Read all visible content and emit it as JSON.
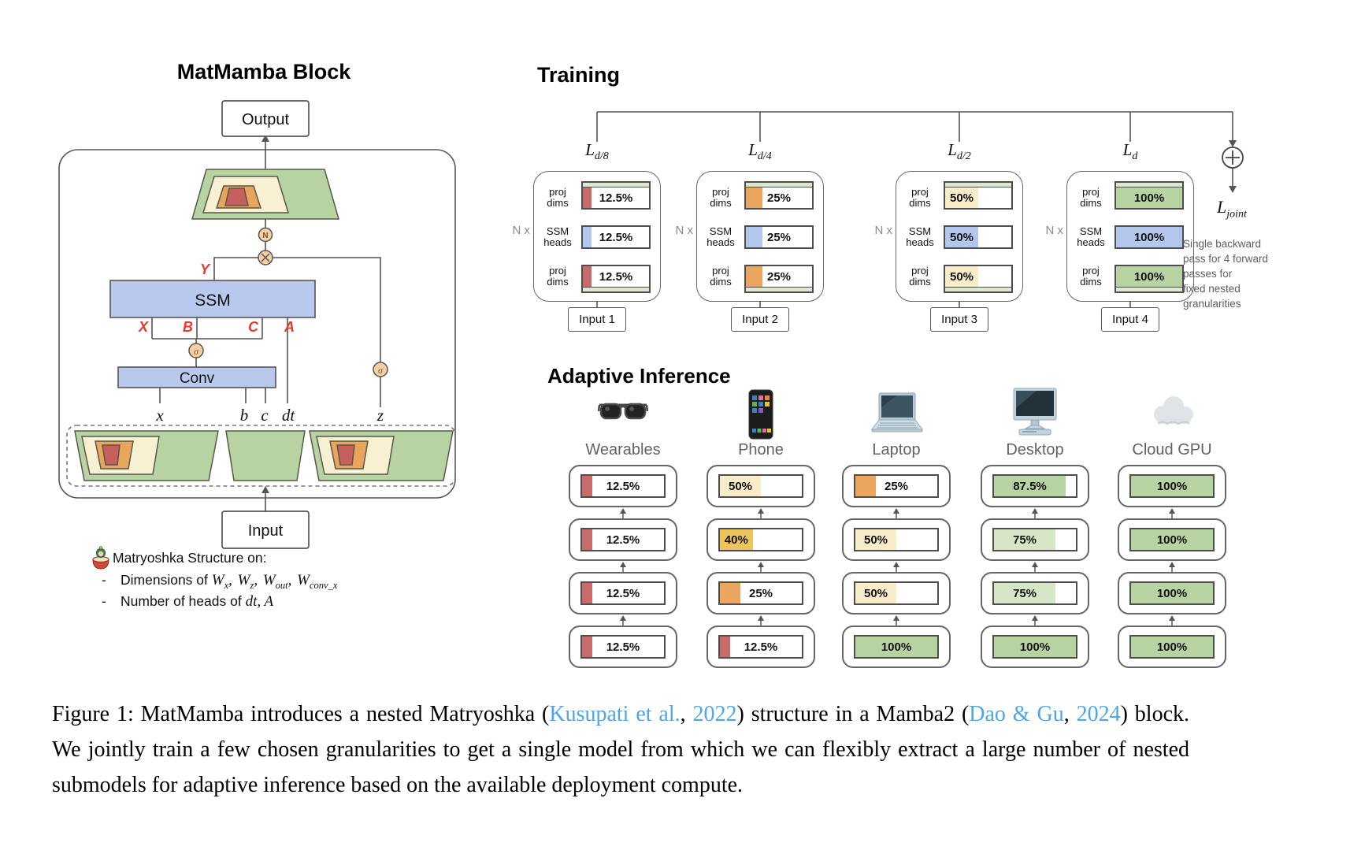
{
  "left_panel": {
    "title": "MatMamba Block",
    "output_label": "Output",
    "input_label": "Input",
    "ssm_label": "SSM",
    "conv_label": "Conv",
    "ops": {
      "norm": "N",
      "sigma": "σ"
    },
    "signals": {
      "Y": "Y",
      "X": "X",
      "B": "B",
      "C": "C",
      "A": "A",
      "x": "x",
      "b": "b",
      "c": "c",
      "dt": "dt",
      "z": "z"
    },
    "note": {
      "title": "Matryoshka Structure on:",
      "dash": "-",
      "line1_prefix": "Dimensions of ",
      "terms": [
        {
          "base": "W",
          "sub": "x"
        },
        {
          "base": "W",
          "sub": "z"
        },
        {
          "base": "W",
          "sub": "out"
        },
        {
          "base": "W",
          "sub": "conv_x"
        }
      ],
      "sep": ", ",
      "line2_prefix": "Number of heads of ",
      "line2_math": "dt, A"
    }
  },
  "training": {
    "title": "Training",
    "nx_label": "N x",
    "columns": [
      {
        "label_base": "L",
        "label_sub": "d/8",
        "input_label": "Input 1",
        "rows": [
          {
            "label": "proj\ndims",
            "value": "12.5%",
            "pct": 12.5,
            "fill": "#c96b6b",
            "strip": "top"
          },
          {
            "label": "SSM\nheads",
            "value": "12.5%",
            "pct": 12.5,
            "fill": "#b3c6ec",
            "strip": null
          },
          {
            "label": "proj\ndims",
            "value": "12.5%",
            "pct": 12.5,
            "fill": "#c96b6b",
            "strip": "bottom"
          }
        ]
      },
      {
        "label_base": "L",
        "label_sub": "d/4",
        "input_label": "Input 2",
        "rows": [
          {
            "label": "proj\ndims",
            "value": "25%",
            "pct": 25,
            "fill": "#eaa55e",
            "strip": "top"
          },
          {
            "label": "SSM\nheads",
            "value": "25%",
            "pct": 25,
            "fill": "#b3c6ec",
            "strip": null
          },
          {
            "label": "proj\ndims",
            "value": "25%",
            "pct": 25,
            "fill": "#eaa55e",
            "strip": "bottom"
          }
        ]
      },
      {
        "label_base": "L",
        "label_sub": "d/2",
        "input_label": "Input 3",
        "rows": [
          {
            "label": "proj\ndims",
            "value": "50%",
            "pct": 50,
            "fill": "#f8ecc9",
            "strip": "top"
          },
          {
            "label": "SSM\nheads",
            "value": "50%",
            "pct": 50,
            "fill": "#b3c6ec",
            "strip": null
          },
          {
            "label": "proj\ndims",
            "value": "50%",
            "pct": 50,
            "fill": "#f8ecc9",
            "strip": "bottom"
          }
        ]
      },
      {
        "label_base": "L",
        "label_sub": "d",
        "input_label": "Input 4",
        "rows": [
          {
            "label": "proj\ndims",
            "value": "100%",
            "pct": 100,
            "fill": "#b7d3a2",
            "strip": "top"
          },
          {
            "label": "SSM\nheads",
            "value": "100%",
            "pct": 100,
            "fill": "#b3c6ec",
            "strip": null
          },
          {
            "label": "proj\ndims",
            "value": "100%",
            "pct": 100,
            "fill": "#b7d3a2",
            "strip": "bottom"
          }
        ]
      }
    ],
    "joint": {
      "label_base": "L",
      "label_sub": "joint",
      "note": "Single backward\npass for 4 forward\npasses for\nfixed nested\ngranularities"
    }
  },
  "adaptive": {
    "title": "Adaptive Inference",
    "devices": [
      {
        "name": "Wearables",
        "icon": "sunglasses-icon",
        "cells": [
          {
            "value": "12.5%",
            "pct": 12.5,
            "fill": "#c96b6b"
          },
          {
            "value": "12.5%",
            "pct": 12.5,
            "fill": "#c96b6b"
          },
          {
            "value": "12.5%",
            "pct": 12.5,
            "fill": "#c96b6b"
          },
          {
            "value": "12.5%",
            "pct": 12.5,
            "fill": "#c96b6b"
          }
        ]
      },
      {
        "name": "Phone",
        "icon": "smartphone-icon",
        "cells": [
          {
            "value": "50%",
            "pct": 50,
            "fill": "#f8ecc9"
          },
          {
            "value": "40%",
            "pct": 40,
            "fill": "#edc45a"
          },
          {
            "value": "25%",
            "pct": 25,
            "fill": "#eaa55e"
          },
          {
            "value": "12.5%",
            "pct": 12.5,
            "fill": "#c96b6b"
          }
        ]
      },
      {
        "name": "Laptop",
        "icon": "laptop-icon",
        "cells": [
          {
            "value": "25%",
            "pct": 25,
            "fill": "#eaa55e"
          },
          {
            "value": "50%",
            "pct": 50,
            "fill": "#f8ecc9"
          },
          {
            "value": "50%",
            "pct": 50,
            "fill": "#f8ecc9"
          },
          {
            "value": "100%",
            "pct": 100,
            "fill": "#b7d3a2"
          }
        ]
      },
      {
        "name": "Desktop",
        "icon": "desktop-icon",
        "cells": [
          {
            "value": "87.5%",
            "pct": 87.5,
            "fill": "#b7d3a2"
          },
          {
            "value": "75%",
            "pct": 75,
            "fill": "#d8e6c8"
          },
          {
            "value": "75%",
            "pct": 75,
            "fill": "#d8e6c8"
          },
          {
            "value": "100%",
            "pct": 100,
            "fill": "#b7d3a2"
          }
        ]
      },
      {
        "name": "Cloud GPU",
        "icon": "cloud-icon",
        "cells": [
          {
            "value": "100%",
            "pct": 100,
            "fill": "#b7d3a2"
          },
          {
            "value": "100%",
            "pct": 100,
            "fill": "#b7d3a2"
          },
          {
            "value": "100%",
            "pct": 100,
            "fill": "#b7d3a2"
          },
          {
            "value": "100%",
            "pct": 100,
            "fill": "#b7d3a2"
          }
        ]
      }
    ]
  },
  "caption": {
    "segments": [
      {
        "text": "Figure 1:  MatMamba introduces a nested Matryoshka (",
        "link": false
      },
      {
        "text": "Kusupati et al.",
        "link": true
      },
      {
        "text": ", ",
        "link": false
      },
      {
        "text": "2022",
        "link": true
      },
      {
        "text": ") structure in a Mamba2 (",
        "link": false
      },
      {
        "text": "Dao & Gu",
        "link": true
      },
      {
        "text": ", ",
        "link": false
      },
      {
        "text": "2024",
        "link": true
      },
      {
        "text": ") block. We jointly train a few chosen granularities to get a single model from which we can flexibly extract a large number of nested submodels for adaptive inference based on the available deployment compute.",
        "link": false
      }
    ]
  },
  "colors": {
    "strip_green": "#dce8cf",
    "bar_border": "#4d4d4d",
    "container_border": "#666666",
    "link_blue": "#4da6e8",
    "label_red": "#e8392e",
    "circle_peach": "#f6d0a2",
    "box_blue": "#b9c9ee",
    "trap_green": "#b7d3a2",
    "trap_cream": "#f8f0d2",
    "trap_orange": "#e9a55c",
    "trap_red": "#c75f5f"
  }
}
